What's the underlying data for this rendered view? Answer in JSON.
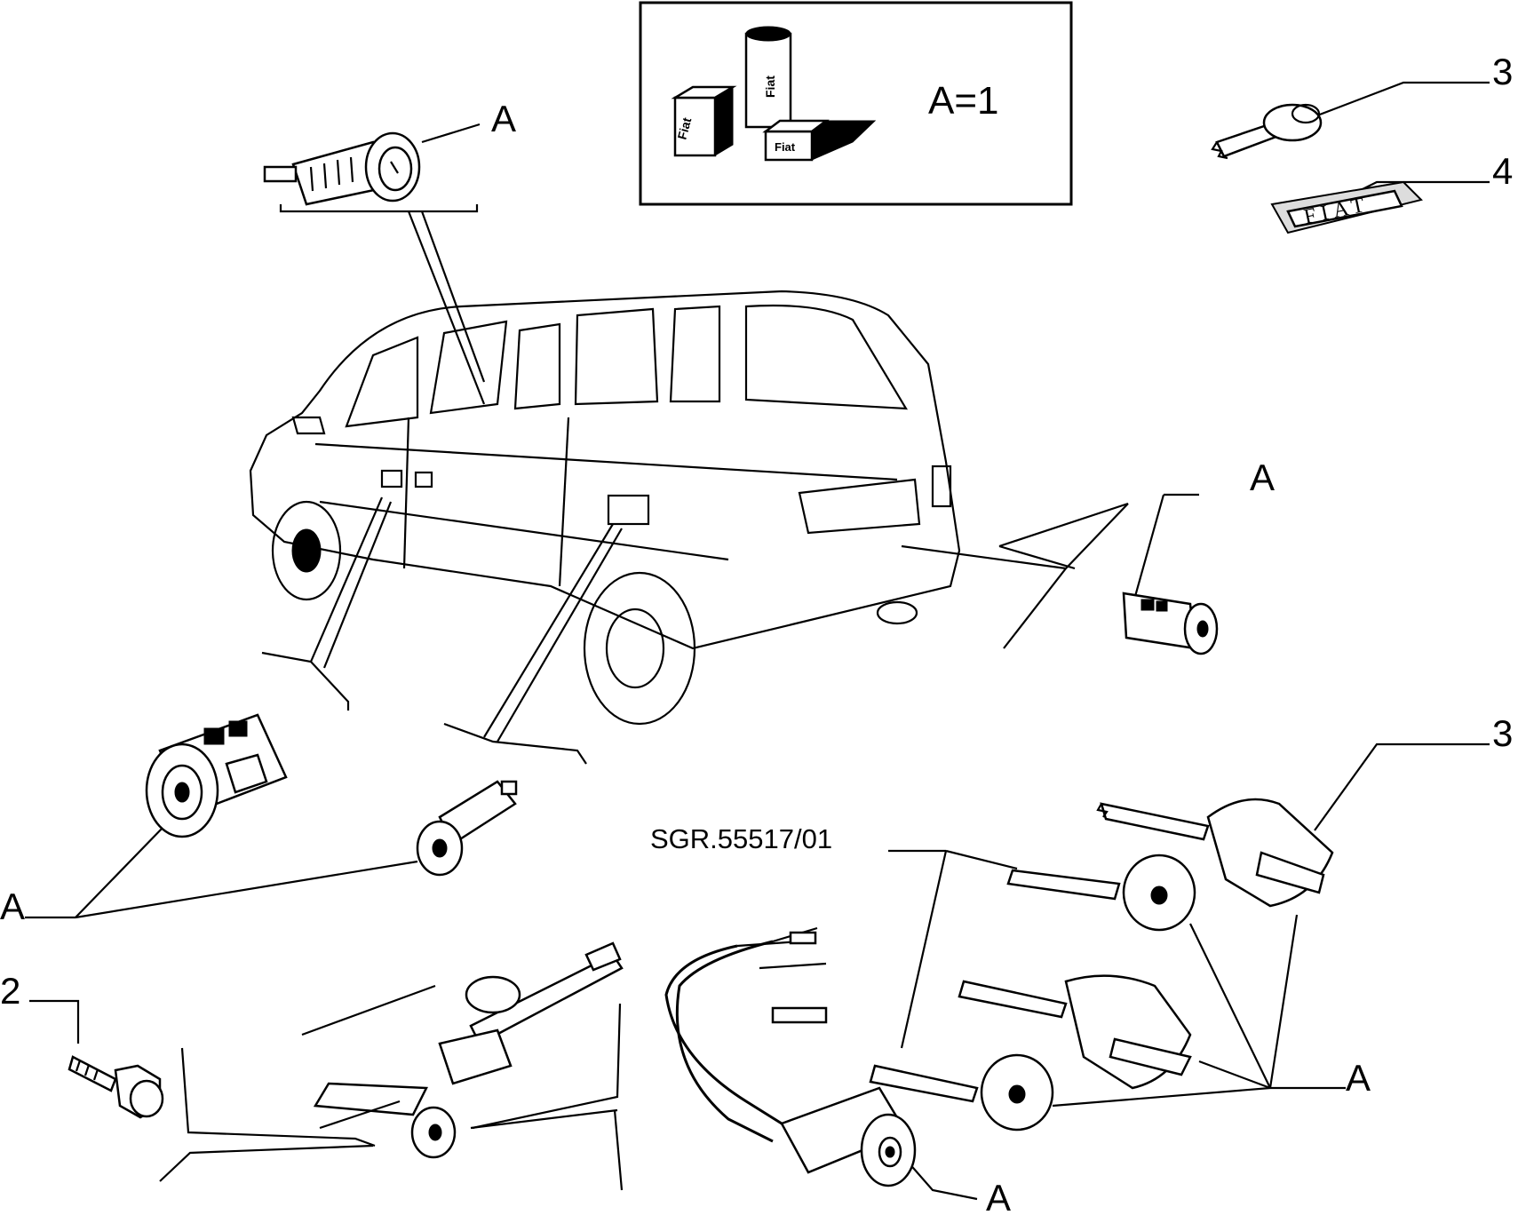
{
  "diagram": {
    "reference_code": "SGR.55517/01",
    "inset": {
      "formula": "A=1",
      "brand_marks": [
        "Fiat",
        "Fiat",
        "Fiat"
      ]
    },
    "callouts": {
      "lock_front_door": "A",
      "lock_tailgate": "A",
      "locks_left": "A",
      "key_blank_top": "3",
      "badge": "4",
      "screw": "2",
      "keys_right_top": "3",
      "keys_group": "A",
      "ignition_lock": "A"
    },
    "badge_text": "FIAT"
  }
}
